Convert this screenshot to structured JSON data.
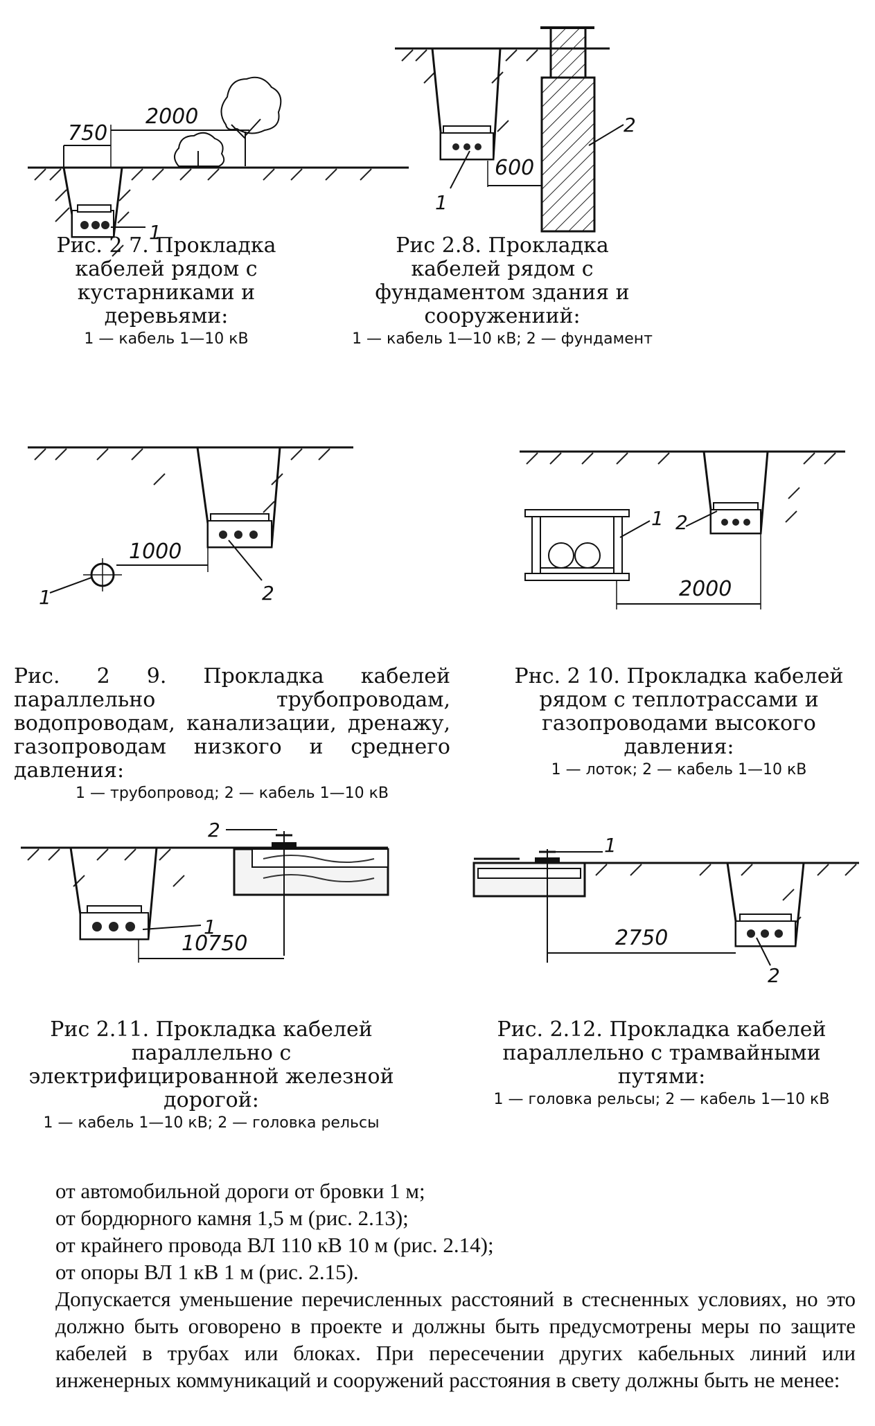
{
  "figures": [
    {
      "id": "2.7",
      "caption": "Рис. 2 7. Прокладка  кабелей рядом с кустарниками и деревьями:",
      "legend": "1 — кабель 1—10 кВ",
      "dims": [
        "750",
        "2000"
      ],
      "labels": [
        "1"
      ]
    },
    {
      "id": "2.8",
      "caption": "Рис 2.8. Прокладка  кабелей рядом с фундаментом здания и сооружениий:",
      "legend": "1 — кабель 1—10 кВ; 2 — фундамент",
      "dims": [
        "600"
      ],
      "labels": [
        "1",
        "2"
      ]
    },
    {
      "id": "2.9",
      "caption": "Рис. 2 9. Прокладка  кабелей параллельно трубопроводам, водопроводам, канализации, дренажу, газопроводам низкого и среднего давления:",
      "legend": "1 — трубопровод; 2 — кабель 1—10 кВ",
      "dims": [
        "1000"
      ],
      "labels": [
        "1",
        "2"
      ]
    },
    {
      "id": "2.10",
      "caption": "Рнс. 2 10. Прокладка кабелей рядом с теплотрассами и газопроводами высокого давления:",
      "legend": "1 — лоток; 2 — кабель 1—10 кВ",
      "dims": [
        "2000"
      ],
      "labels": [
        "1",
        "2"
      ]
    },
    {
      "id": "2.11",
      "caption": "Рис 2.11. Прокладка кабелей параллельно с электрифицированной железной дорогой:",
      "legend": "1 — кабель 1—10 кВ; 2 — головка рельсы",
      "dims": [
        "10750"
      ],
      "labels": [
        "2",
        "1"
      ]
    },
    {
      "id": "2.12",
      "caption": "Рис. 2.12. Прокладка кабелей параллельно с трамвайными путями:",
      "legend": "1 — головка  рельсы;  2 — кабель  1—10 кВ",
      "dims": [
        "2750"
      ],
      "labels": [
        "1",
        "2"
      ]
    }
  ],
  "text": {
    "items": [
      "от автомобильной дороги от бровки 1 м;",
      "от бордюрного камня 1,5 м (рис. 2.13);",
      "от крайнего провода ВЛ 110 кВ 10 м (рис. 2.14);",
      "от опоры ВЛ 1 кВ 1 м (рис. 2.15)."
    ],
    "paragraph": "Допускается уменьшение перечисленных расстояний в стесненных условиях, но это должно быть оговорено в проекте и должны быть предусмотрены меры по защите кабелей в трубах или блоках. При пересечении других кабельных линий или инженерных коммуникаций и сооружений расстояния в свету должны быть не менее:"
  }
}
